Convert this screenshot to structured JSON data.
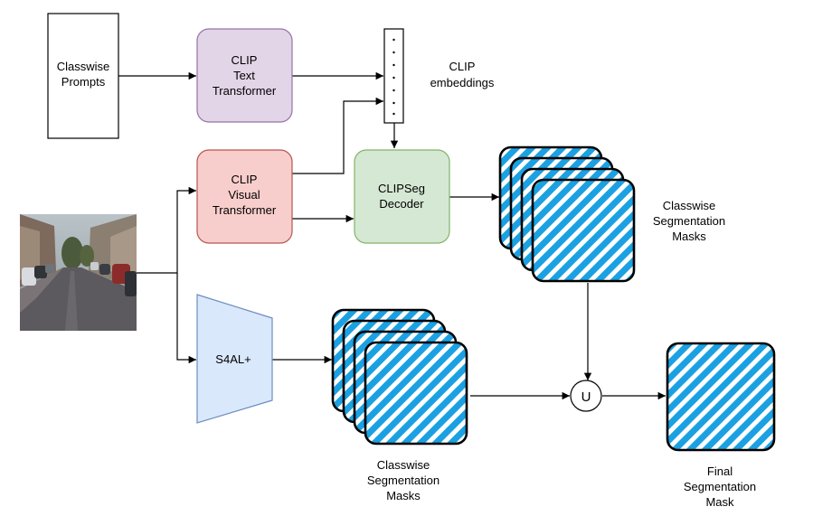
{
  "colors": {
    "text_box_fill": "#e1d5e7",
    "text_box_stroke": "#9673a6",
    "visual_box_fill": "#f8cecc",
    "visual_box_stroke": "#b85450",
    "decoder_box_fill": "#d5e8d4",
    "decoder_box_stroke": "#82b366",
    "s4al_fill": "#dae8fc",
    "s4al_stroke": "#6c8ebf",
    "mask_hatch": "#1ba1e2",
    "edge": "#000000"
  },
  "nodes": {
    "prompts": [
      "Classwise",
      "Prompts"
    ],
    "text_transformer": [
      "CLIP",
      "Text",
      "Transformer"
    ],
    "visual_transformer": [
      "CLIP",
      "Visual",
      "Transformer"
    ],
    "embeddings": [
      "CLIP",
      "embeddings"
    ],
    "decoder": [
      "CLIPSeg",
      "Decoder"
    ],
    "clipseg_masks": [
      "Classwise",
      "Segmentation",
      "Masks"
    ],
    "s4al": [
      "S4AL+"
    ],
    "s4al_masks": [
      "Classwise",
      "Segmentation",
      "Masks"
    ],
    "union": [
      "U"
    ],
    "final_mask": [
      "Final",
      "Segmentation",
      "Mask"
    ]
  },
  "input_image": {
    "icon": "street-scene-photo"
  }
}
